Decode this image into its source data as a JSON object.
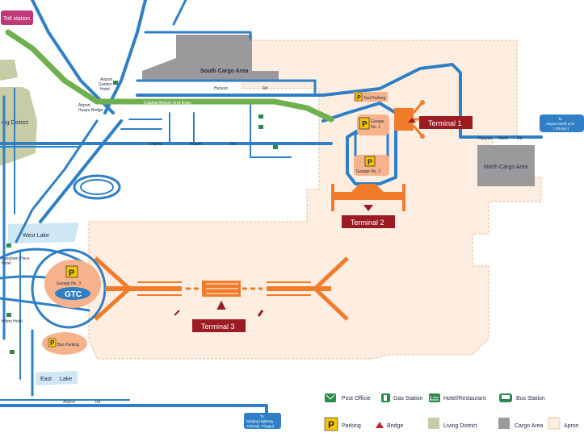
{
  "colors": {
    "road": "#2f7fc6",
    "road_inner": "#ffffff",
    "expressway": "#6fb04e",
    "apron": "#fdeee1",
    "apron_border": "#f3b58c",
    "terminal": "#f07c2a",
    "terminal_label": "#9b1b22",
    "cargo": "#9a9a9c",
    "living": "#c7cca7",
    "lake": "#cfe6f5",
    "parking": "#f6c500",
    "green_icon": "#2b8a4a",
    "toll": "#c0387a",
    "sign_blue": "#2f7fc6"
  },
  "signs": {
    "toll_station": "Toll station",
    "to_north_line": [
      "To",
      "Airport North Line",
      "( Shunyi )"
    ],
    "to_sanjing": [
      "To",
      "Sanjing Highway",
      "(Shunyi, Pinggu)"
    ]
  },
  "areas": {
    "south_cargo": "South Cargo Area",
    "north_cargo": "North Cargo Area",
    "living_district": "ing District",
    "west_lake": "West Lake",
    "east_lake": [
      "East",
      "Lake"
    ]
  },
  "terminals": {
    "t1": "Terminal 1",
    "t2": "Terminal 2",
    "t3": "Terminal 3"
  },
  "garages": {
    "g1": [
      "Garage",
      "No. 1"
    ],
    "g2": "Garage No. 2",
    "g3": "Garage No. 3",
    "gtc": "GTC",
    "taxi_parking": "Taxi Parking",
    "bus_parking": "Bus Parking"
  },
  "roads": {
    "capital_2nd_expy": "Capital  Airport 2nd Expy",
    "capital_airport_rd": [
      "Capital",
      "Airport",
      "Rd"
    ],
    "huoyun_1": [
      "Huoyun",
      "Rd"
    ],
    "huoyun_2": [
      "Huoyun",
      "North",
      "Rd"
    ],
    "airport_rd_bottom": [
      "Airport",
      "Rd"
    ]
  },
  "hotels": {
    "langham": [
      "Langham Place",
      "Hotel"
    ],
    "hilton": "Hilton Hotel",
    "airport_garden": [
      "Airport",
      "Garden",
      "Hotel"
    ],
    "airport_bridge": [
      "Airport",
      "Huayu Bridge"
    ]
  },
  "symbol": {
    "parking_letter": "P"
  },
  "legend": [
    {
      "id": "post",
      "label": "Post Officie",
      "icon": "envelope-icon"
    },
    {
      "id": "gas",
      "label": "Gas Station",
      "icon": "fuel-pump-icon"
    },
    {
      "id": "hotel",
      "label": "Hotel/Restaurant",
      "icon": "bed-icon"
    },
    {
      "id": "bus",
      "label": "Bus Station",
      "icon": "bus-icon"
    },
    {
      "id": "parking",
      "label": "Parking",
      "icon": "parking-icon"
    },
    {
      "id": "bridge",
      "label": "Bridge",
      "icon": "triangle-icon"
    },
    {
      "id": "living",
      "label": "Living District",
      "icon": "swatch-living"
    },
    {
      "id": "cargo",
      "label": "Cargo Area",
      "icon": "swatch-cargo"
    },
    {
      "id": "apron",
      "label": "Apron",
      "icon": "swatch-apron"
    }
  ]
}
